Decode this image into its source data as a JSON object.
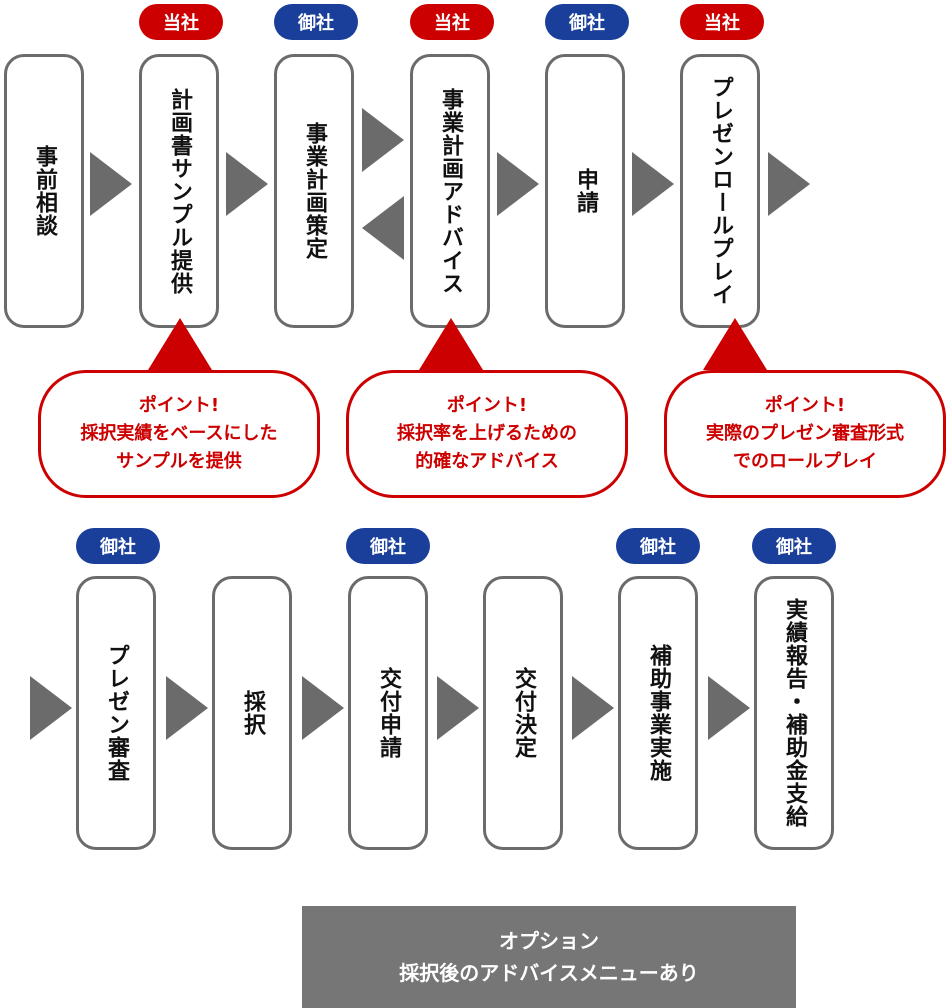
{
  "badges": {
    "ours": "当社",
    "yours": "御社"
  },
  "top_row": [
    {
      "label": "事前相談",
      "badge": ""
    },
    {
      "label": "計画書サンプル提供",
      "badge": "当社"
    },
    {
      "label": "事業計画策定",
      "badge": "御社"
    },
    {
      "label": "事業計画アドバイス",
      "badge": "当社"
    },
    {
      "label": "申請",
      "badge": "御社"
    },
    {
      "label": "プレゼンロールプレイ",
      "badge": "当社"
    }
  ],
  "bottom_row": [
    {
      "label": "プレゼン審査",
      "badge": "御社"
    },
    {
      "label": "採択",
      "badge": ""
    },
    {
      "label": "交付申請",
      "badge": "御社"
    },
    {
      "label": "交付決定",
      "badge": ""
    },
    {
      "label": "補助事業実施",
      "badge": "御社"
    },
    {
      "label": "実績報告・補助金支給",
      "badge": "御社"
    }
  ],
  "points": [
    {
      "title": "ポイント!",
      "line1": "採択実績をベースにした",
      "line2": "サンプルを提供"
    },
    {
      "title": "ポイント!",
      "line1": "採択率を上げるための",
      "line2": "的確なアドバイス"
    },
    {
      "title": "ポイント!",
      "line1": "実際のプレゼン審査形式",
      "line2": "でのロールプレイ"
    }
  ],
  "option": {
    "line1": "オプション",
    "line2": "採択後のアドバイスメニューあり"
  },
  "colors": {
    "ours": "#cc0000",
    "yours": "#1a3f9a",
    "box_border": "#6b6b6b",
    "arrow": "#6b6b6b",
    "option_bg": "#767676"
  }
}
